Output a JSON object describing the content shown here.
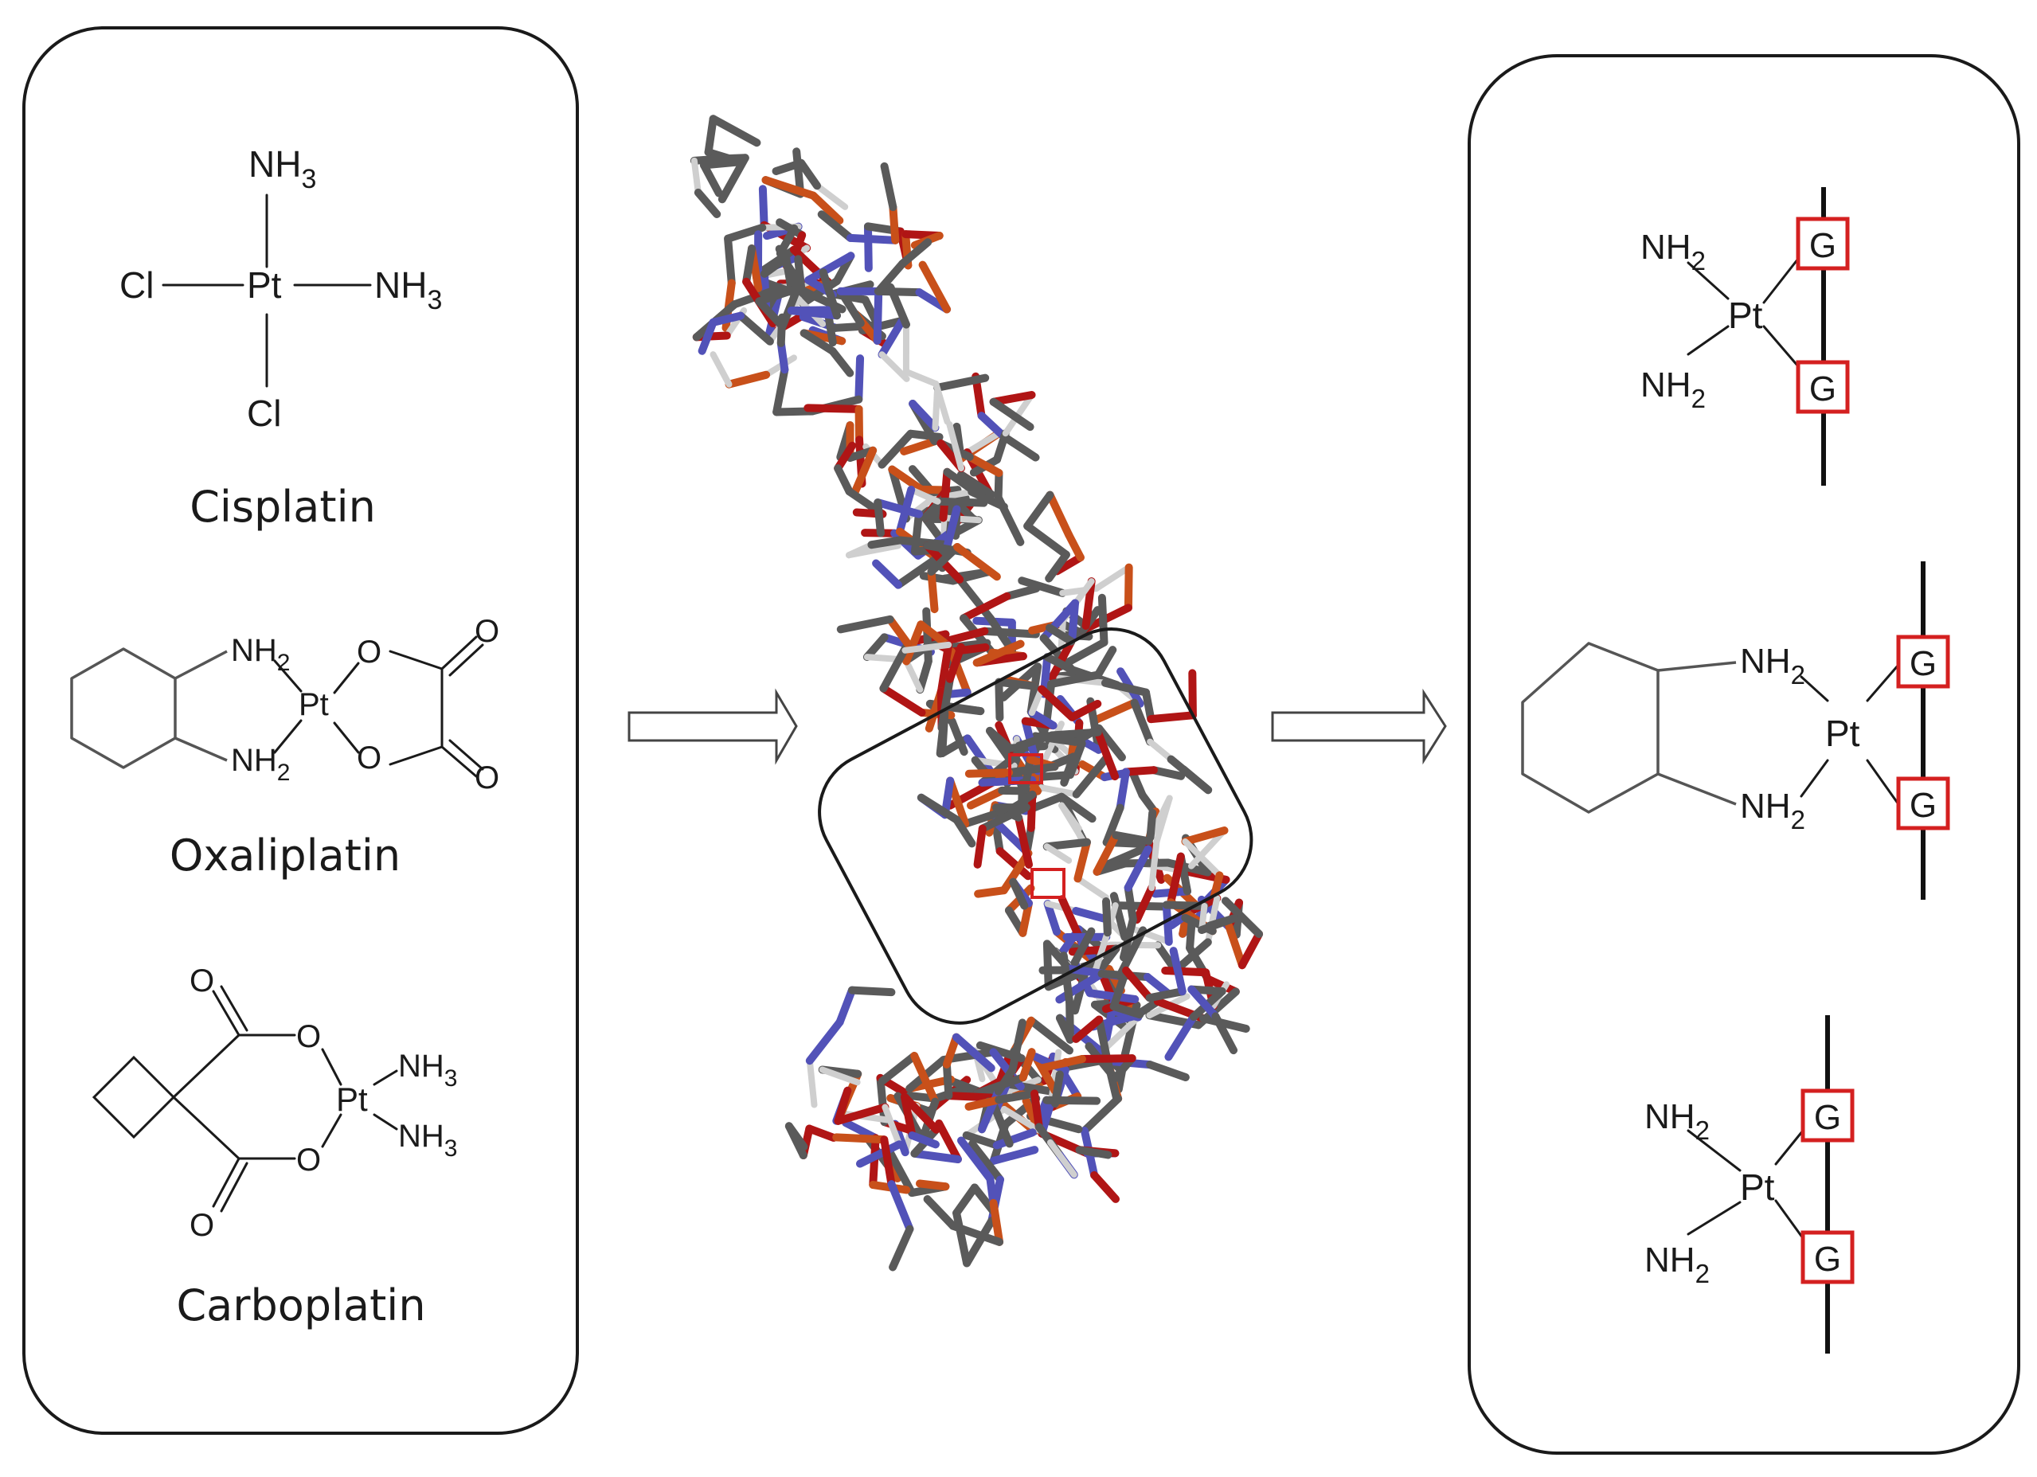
{
  "colors": {
    "guanine_box": "#d42020",
    "phosphorus": "#c8501a",
    "oxygen": "#b01515",
    "nitrogen": "#5252b8",
    "carbon": "#5a5a5a",
    "hydrogen": "#cfcfcf"
  },
  "left_panel": {
    "cisplatin": {
      "name": "Cisplatin",
      "nh3_top": "NH",
      "nh3_right": "NH",
      "sub3": "3",
      "cl_left": "Cl",
      "cl_bottom": "Cl",
      "pt": "Pt"
    },
    "oxaliplatin": {
      "name": "Oxaliplatin",
      "nh2": "NH",
      "sub2": "2",
      "pt": "Pt",
      "o": "O"
    },
    "carboplatin": {
      "name": "Carboplatin",
      "nh3": "NH",
      "sub3": "3",
      "pt": "Pt",
      "o": "O"
    }
  },
  "right_panel": {
    "guanine": "G",
    "nh2": "NH",
    "sub2": "2",
    "pt": "Pt"
  }
}
